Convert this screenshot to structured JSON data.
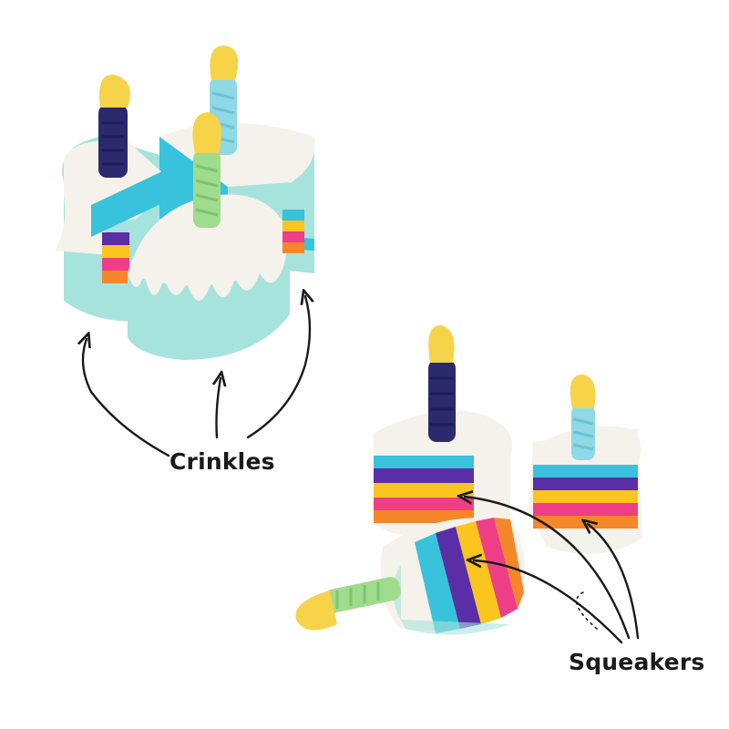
{
  "labels": {
    "crinkles": "Crinkles",
    "squeakers": "Squeakers"
  },
  "colors": {
    "background": "#ffffff",
    "frosting": "#f4f2ea",
    "cake_mint": "#a6e3dc",
    "cake_turquoise": "#39c2dc",
    "cake_purple": "#5a2ea6",
    "cake_yellow": "#f9c51e",
    "cake_orange": "#f6862a",
    "cake_pink": "#ee3f86",
    "candle_navy": "#2b2a6e",
    "candle_sky": "#8fd8e6",
    "candle_green": "#9fdc8e",
    "flame_yellow": "#f7d34a",
    "arrow": "#1a1a1a"
  },
  "objects": [
    "whole-cake-toy",
    "cake-slice-toy"
  ]
}
